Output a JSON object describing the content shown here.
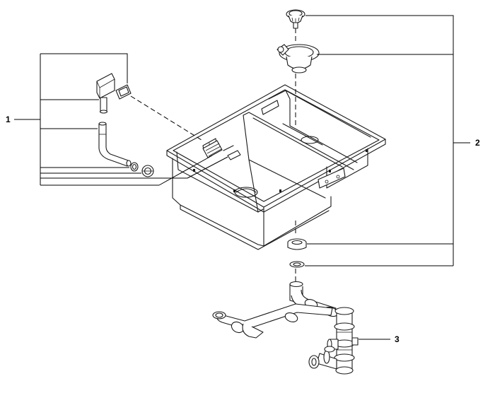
{
  "callouts": {
    "one": "1",
    "two": "2",
    "three": "3"
  },
  "colors": {
    "line": "#1a1a1a",
    "background": "#ffffff"
  }
}
